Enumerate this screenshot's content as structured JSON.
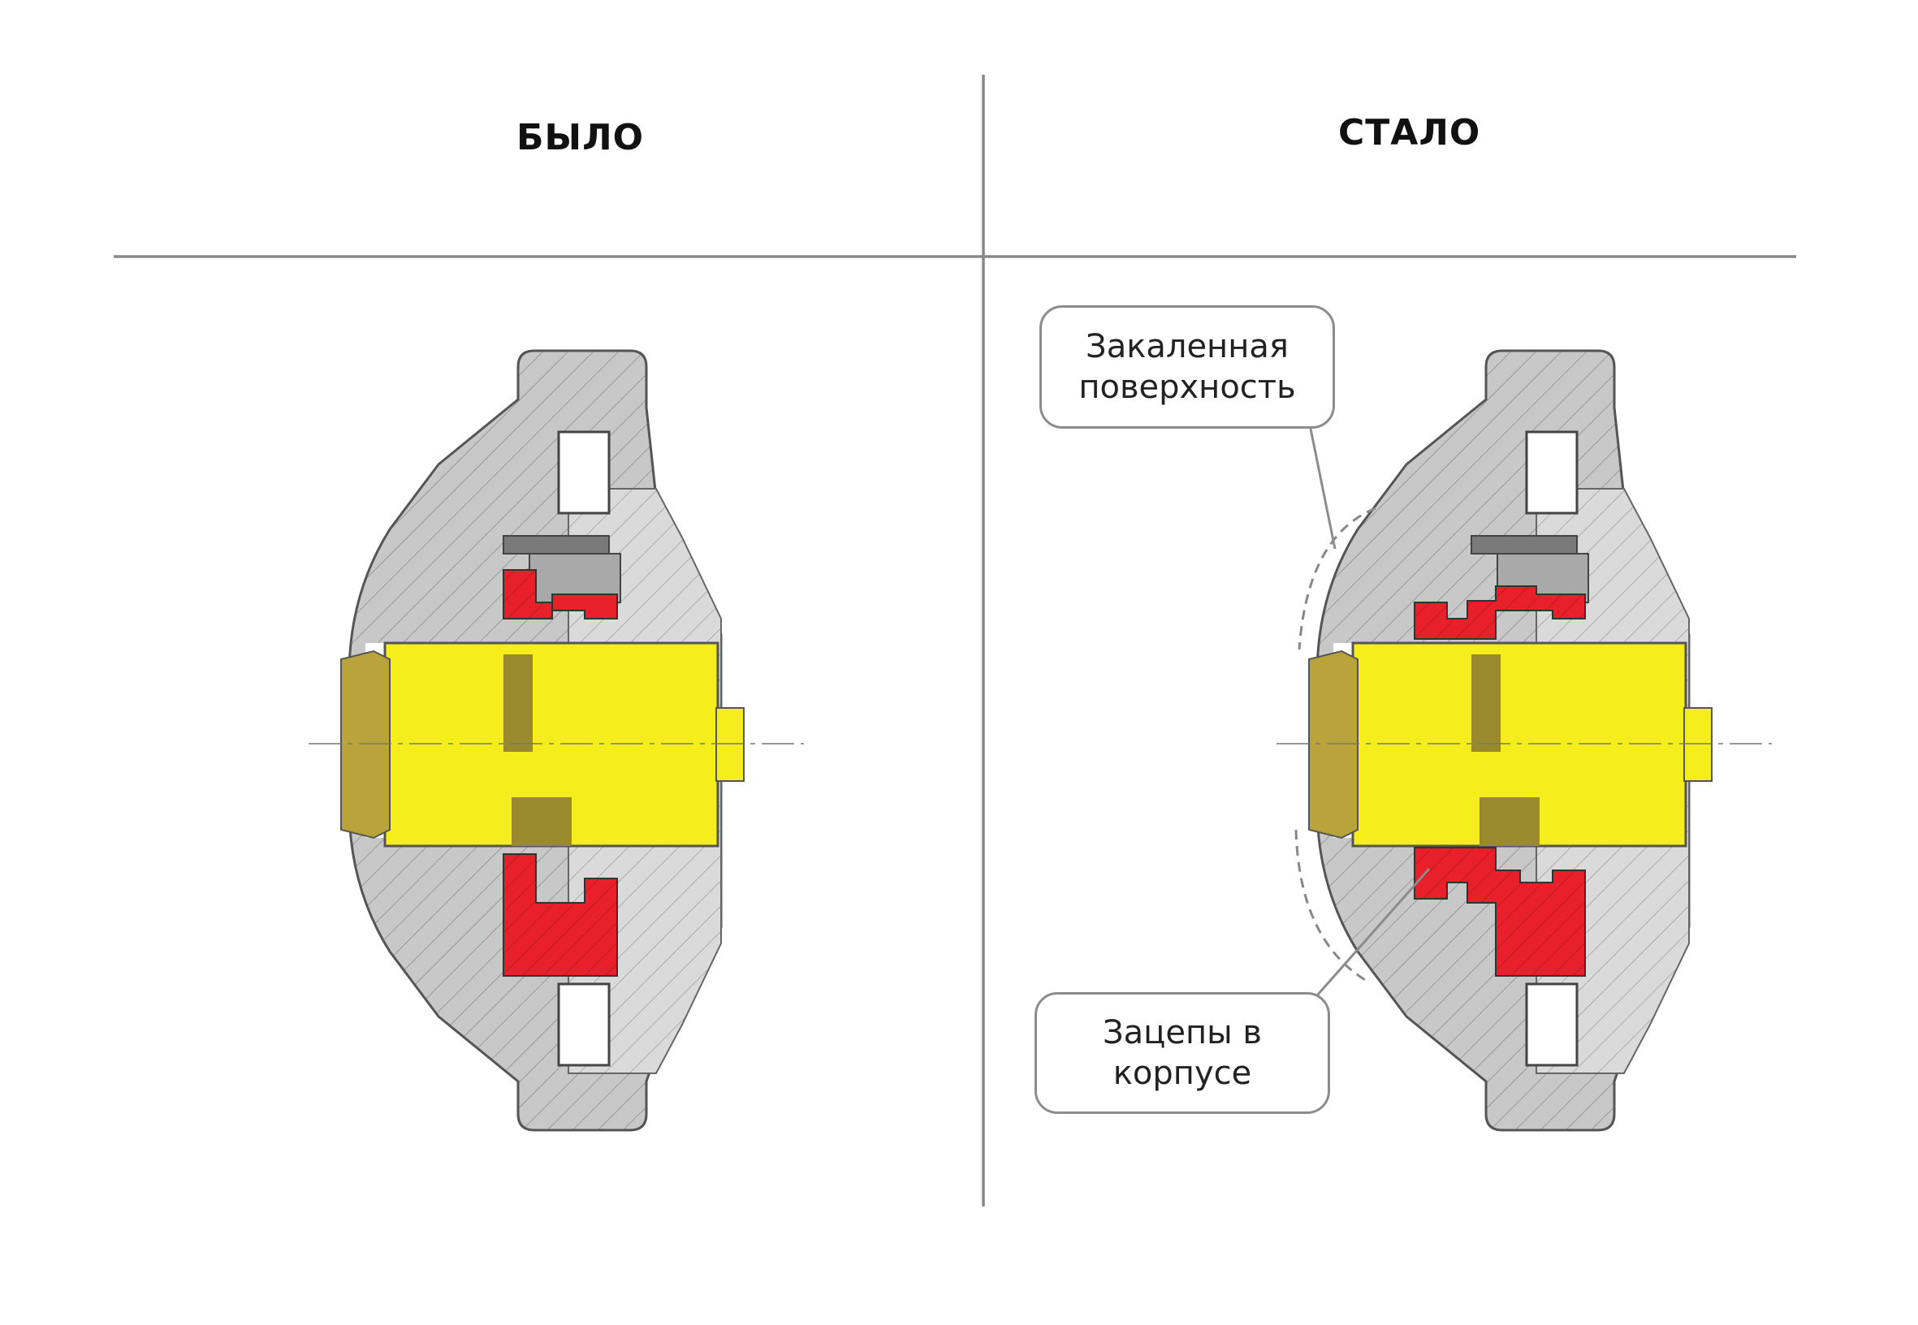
{
  "headings": {
    "before": "БЫЛО",
    "after": "СТАЛО"
  },
  "callouts": {
    "hardened_surface": {
      "line1": "Закаленная",
      "line2": "поверхность"
    },
    "housing_lugs": {
      "line1": "Зацепы в",
      "line2": "корпусе"
    }
  },
  "colors": {
    "housing": "#c8c8c8",
    "housing_light": "#d9d9d9",
    "pin": "#f5ed1c",
    "pin_dark": "#9a8a2e",
    "nut": "#b8a43a",
    "bushing": "#e8202a",
    "insert": "#8a8a8a",
    "divider": "#888888"
  }
}
